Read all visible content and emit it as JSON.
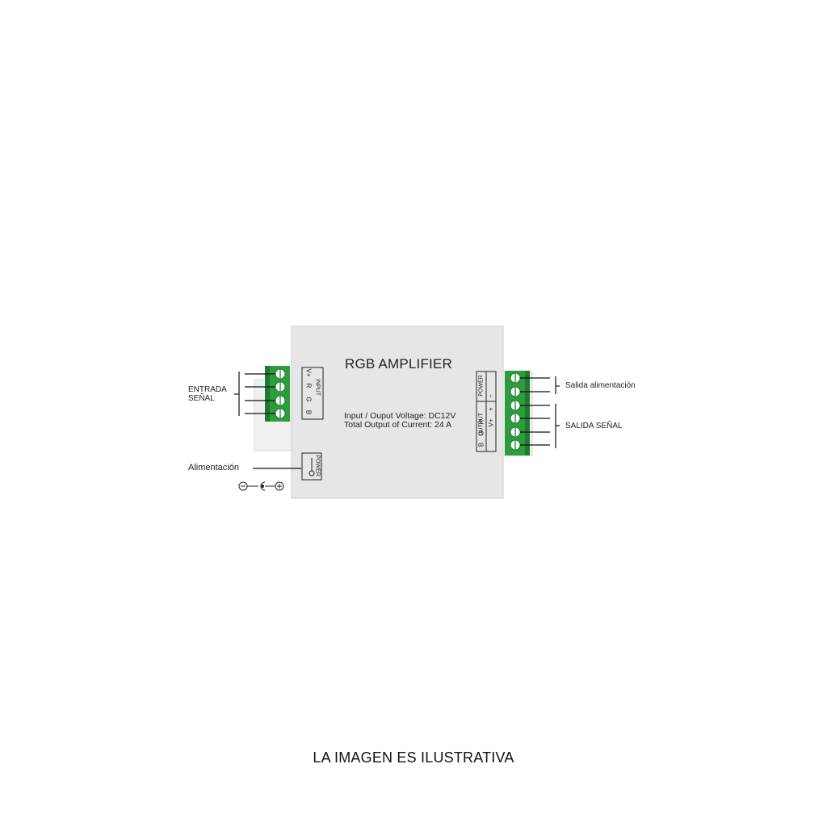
{
  "device": {
    "title": "RGB AMPLIFIER",
    "spec_line1": "Input / Ouput Voltage: DC12V",
    "spec_line2": "Total Output of Current: 24 A"
  },
  "input_block": {
    "header": "INPUT",
    "pins": [
      "V+",
      "R",
      "G",
      "B"
    ]
  },
  "power_jack": {
    "header": "POWER"
  },
  "output_block": {
    "power_header": "POWER",
    "output_header": "OUTPUT",
    "power_pins": [
      "V+",
      "+",
      "−"
    ],
    "output_pins": [
      "B",
      "G",
      "R"
    ]
  },
  "labels": {
    "entrada_line1": "ENTRADA",
    "entrada_line2": "SEÑAL",
    "alimentacion": "Alimentación",
    "polarity": "⊖—C—⊕",
    "salida_alimentacion": "Salida alimentación",
    "salida_senal": "SALIDA SEÑAL"
  },
  "colors": {
    "terminal_green": "#2e9b3f",
    "terminal_dark": "#1f7a2e",
    "housing": "#e6e6e6"
  },
  "footer": "LA IMAGEN ES ILUSTRATIVA"
}
